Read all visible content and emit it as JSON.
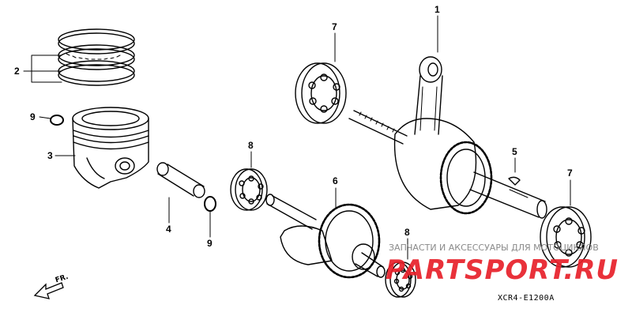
{
  "callouts": {
    "rings": "2",
    "clip_top": "9",
    "piston": "3",
    "pin": "4",
    "clip_bottom": "9",
    "bearing_left": "8",
    "balancer": "6",
    "bearing_center": "8",
    "bearing_top": "7",
    "connecting_rod": "1",
    "key": "5",
    "bearing_right": "7"
  },
  "watermark": {
    "subtitle": "ЗАПЧАСТИ И АКСЕССУАРЫ ДЛЯ МОТОЦИКЛОВ",
    "brand": "PARTSPORT.RU",
    "brand_color": "#e8202a"
  },
  "diagram_code": "XCR4-E1200A",
  "direction": {
    "label": "FR."
  }
}
